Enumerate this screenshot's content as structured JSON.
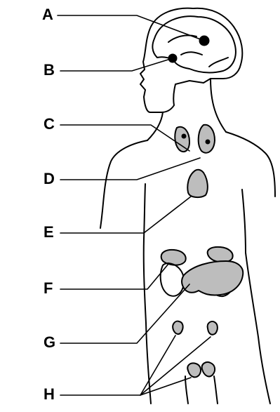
{
  "diagram": {
    "labels": [
      "A",
      "B",
      "C",
      "D",
      "E",
      "F",
      "G",
      "H"
    ],
    "colors": {
      "ink": "#000000",
      "stipple": "#bdbdbd",
      "background": "#ffffff"
    }
  }
}
